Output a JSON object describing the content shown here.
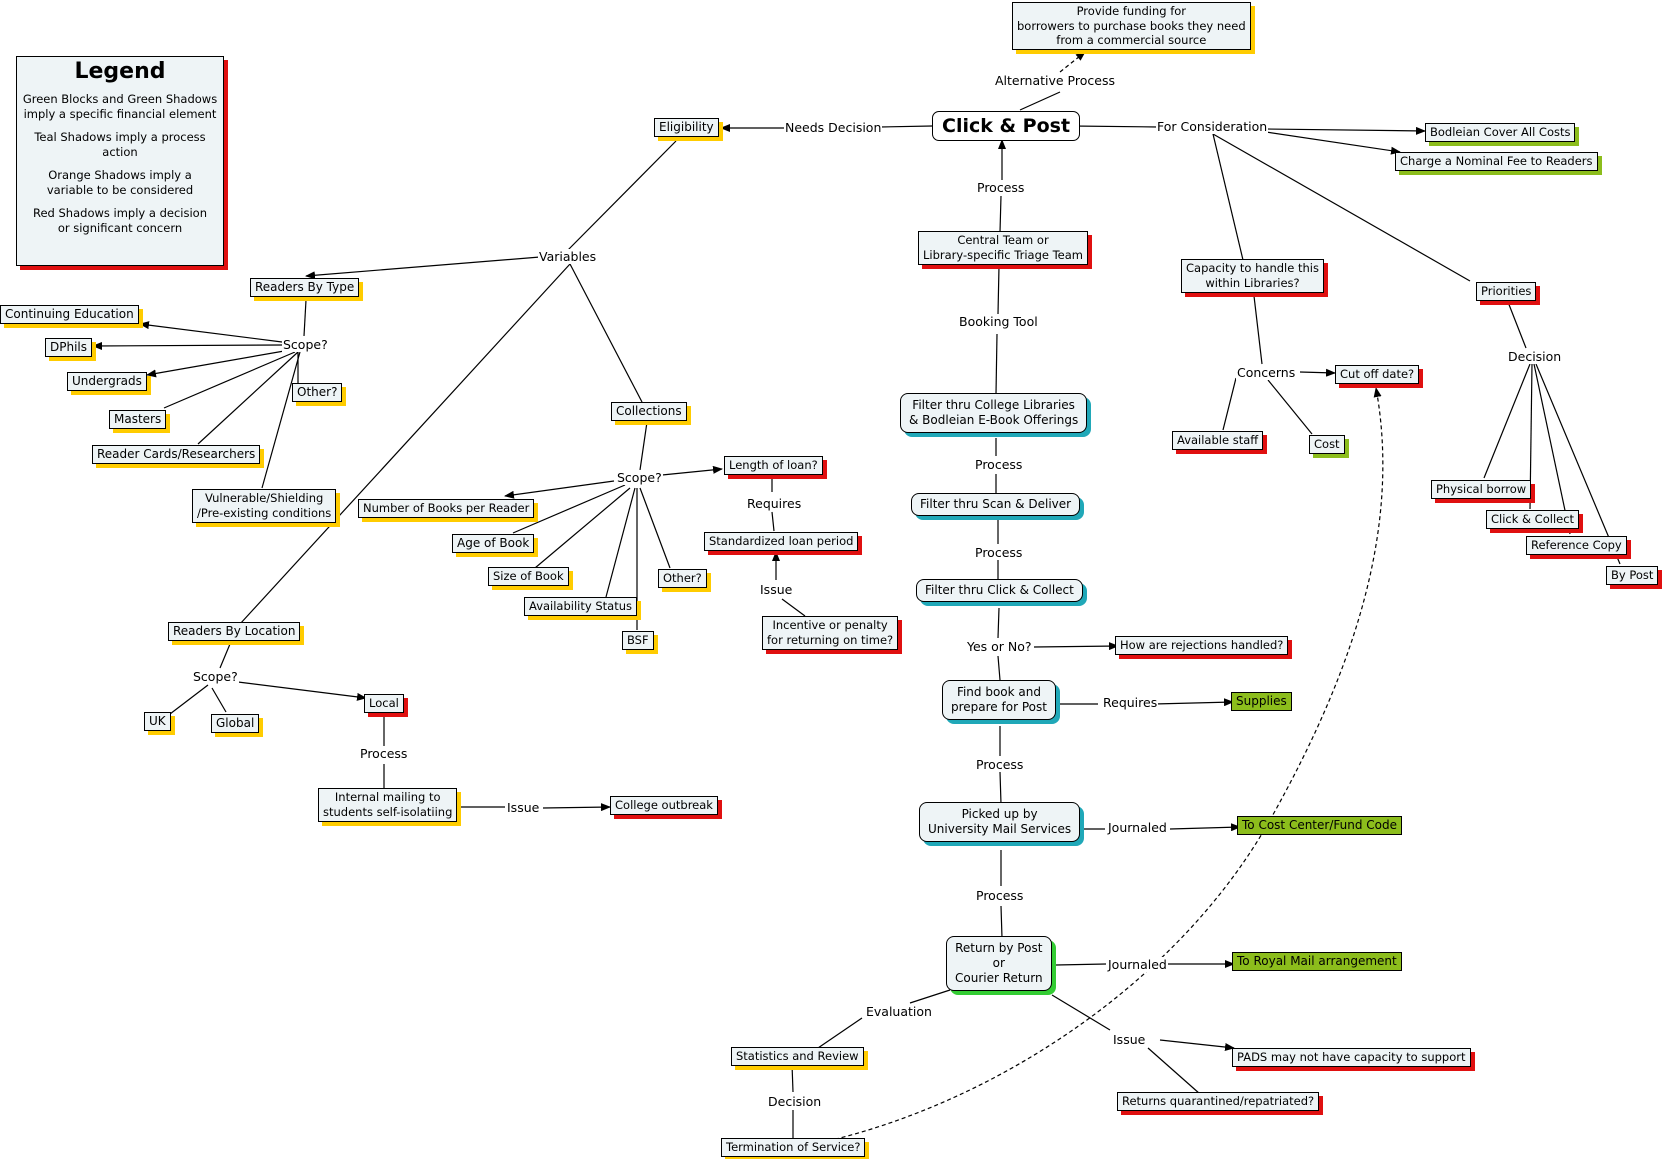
{
  "legend": {
    "title": "Legend",
    "items": [
      "Green Blocks and Green Shadows\nimply a specific financial element",
      "Teal Shadows imply a process action",
      "Orange Shadows imply a\nvariable to be considered",
      "Red Shadows imply a decision\nor significant concern"
    ]
  },
  "nodes": {
    "root": "Click & Post",
    "funding": "Provide funding for\nborrowers to purchase books they need\nfrom a commercial source",
    "eligibility": "Eligibility",
    "readers_by_type": "Readers By Type",
    "continuing_education": "Continuing Education",
    "dphils": "DPhils",
    "undergrads": "Undergrads",
    "masters": "Masters",
    "reader_cards": "Reader Cards/Researchers",
    "vulnerable": "Vulnerable/Shielding\n/Pre-existing conditions",
    "other_type": "Other?",
    "collections": "Collections",
    "length_of_loan": "Length of loan?",
    "number_books": "Number of Books per Reader",
    "age_of_book": "Age of Book",
    "size_of_book": "Size of Book",
    "availability": "Availability Status",
    "bsf": "BSF",
    "other_coll": "Other?",
    "standardized": "Standardized loan period",
    "incentive": "Incentive or penalty\nfor returning on time?",
    "readers_by_location": "Readers By Location",
    "uk": "UK",
    "global": "Global",
    "local": "Local",
    "internal_mailing": "Internal mailing to\nstudents self-isolatiing",
    "college_outbreak": "College outbreak",
    "central_team": "Central Team or\nLibrary-specific Triage Team",
    "filter_college": "Filter thru College Libraries\n& Bodleian E-Book Offerings",
    "filter_scan": "Filter thru Scan & Deliver",
    "filter_click": "Filter thru Click & Collect",
    "rejections": "How are rejections handled?",
    "find_book": "Find book and\nprepare for Post",
    "supplies": "Supplies",
    "picked_up": "Picked up by\nUniversity Mail Services",
    "cost_center": "To Cost Center/Fund Code",
    "return_post": "Return by Post\nor\nCourier Return",
    "royal_mail": "To Royal Mail arrangement",
    "pads": "PADS may not have capacity to support",
    "quarantined": "Returns quarantined/repatriated?",
    "stats": "Statistics and Review",
    "termination": "Termination of Service?",
    "bodleian_cover": "Bodleian Cover All Costs",
    "nominal_fee": "Charge a Nominal Fee to Readers",
    "capacity": "Capacity to handle this\nwithin Libraries?",
    "available_staff": "Available staff",
    "cost": "Cost",
    "cut_off": "Cut off date?",
    "priorities": "Priorities",
    "physical_borrow": "Physical borrow",
    "click_collect": "Click & Collect",
    "reference_copy": "Reference Copy",
    "by_post": "By Post"
  },
  "labels": {
    "alternative_process": "Alternative Process",
    "needs_decision": "Needs Decision",
    "for_consideration": "For Consideration",
    "variables": "Variables",
    "scope_type": "Scope?",
    "scope_coll": "Scope?",
    "requires_loan": "Requires",
    "issue_loan": "Issue",
    "scope_loc": "Scope?",
    "process_local": "Process",
    "issue_local": "Issue",
    "process_1": "Process",
    "booking_tool": "Booking Tool",
    "process_2": "Process",
    "process_3": "Process",
    "yes_no": "Yes or No?",
    "requires_supplies": "Requires",
    "process_4": "Process",
    "journaled_1": "Journaled",
    "process_5": "Process",
    "journaled_2": "Journaled",
    "evaluation": "Evaluation",
    "issue_return": "Issue",
    "decision_stats": "Decision",
    "concerns": "Concerns",
    "decision_priorities": "Decision"
  }
}
